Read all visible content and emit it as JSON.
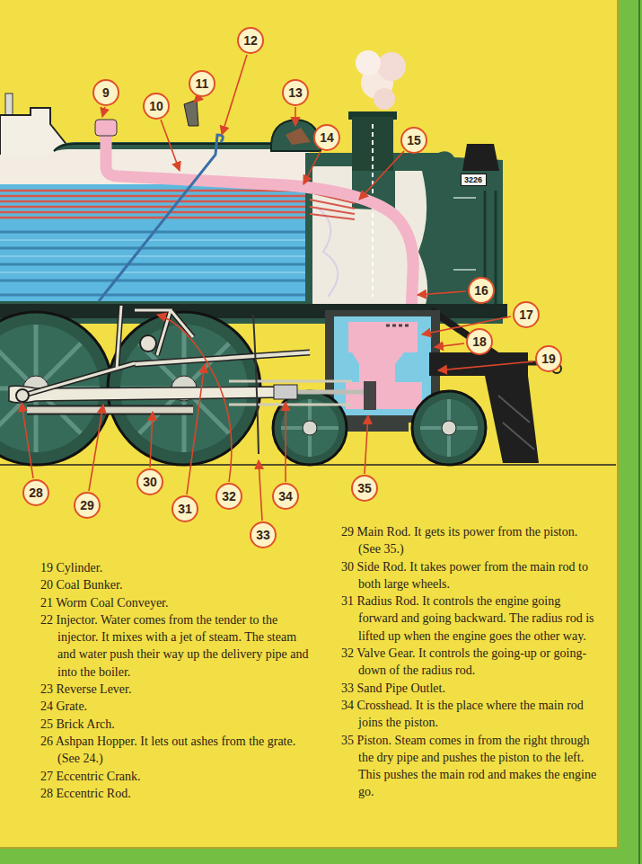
{
  "diagram": {
    "nodes": [
      {
        "text": [
          "9"
        ]
      },
      {
        "text": [
          "10"
        ]
      },
      {
        "text": [
          "11"
        ]
      },
      {
        "text": [
          "12"
        ]
      },
      {
        "text": [
          "13"
        ]
      },
      {
        "text": [
          "14"
        ]
      },
      {
        "text": [
          "15"
        ]
      },
      {
        "text": [
          "16"
        ]
      },
      {
        "text": [
          "17"
        ]
      },
      {
        "text": [
          "18"
        ]
      },
      {
        "text": [
          "19"
        ]
      },
      {
        "text": [
          "28"
        ]
      },
      {
        "text": [
          "29"
        ]
      },
      {
        "text": [
          "30"
        ]
      },
      {
        "text": [
          "31"
        ]
      },
      {
        "text": [
          "32"
        ]
      },
      {
        "text": [
          "33"
        ]
      },
      {
        "text": [
          "34"
        ]
      },
      {
        "text": [
          "35"
        ]
      },
      {
        "text": [
          "3226"
        ]
      }
    ],
    "labels": [
      "19 Cylinder.",
      "20 Coal Bunker.",
      "21 Worm Coal Conveyer.",
      "22 Injector. Water comes from the tender to the injector. It mixes with a jet of steam. The steam and water push their way up the delivery pipe and into the boiler.",
      "23 Reverse Lever.",
      "24 Grate.",
      "25 Brick Arch.",
      "26 Ashpan Hopper. It lets out ashes from the grate. (See 24.)",
      "27 Eccentric Crank.",
      "28 Eccentric Rod.",
      "29 Main Rod. It gets its power from the piston. (See 35.)",
      "30 Side Rod. It takes power from the main rod to both large wheels.",
      "31 Radius Rod. It controls the engine going forward and going backward. The radius rod is lifted up when the engine goes the other way.",
      "32 Valve Gear. It controls the going-up or going-down of the radius rod.",
      "33 Sand Pipe Outlet.",
      "34 Crosshead. It is the place where the main rod joins the piston.",
      "35 Piston. Steam comes in from the right through the dry pipe and pushes the piston to the left. This pushes the main rod and makes the engine go."
    ]
  }
}
